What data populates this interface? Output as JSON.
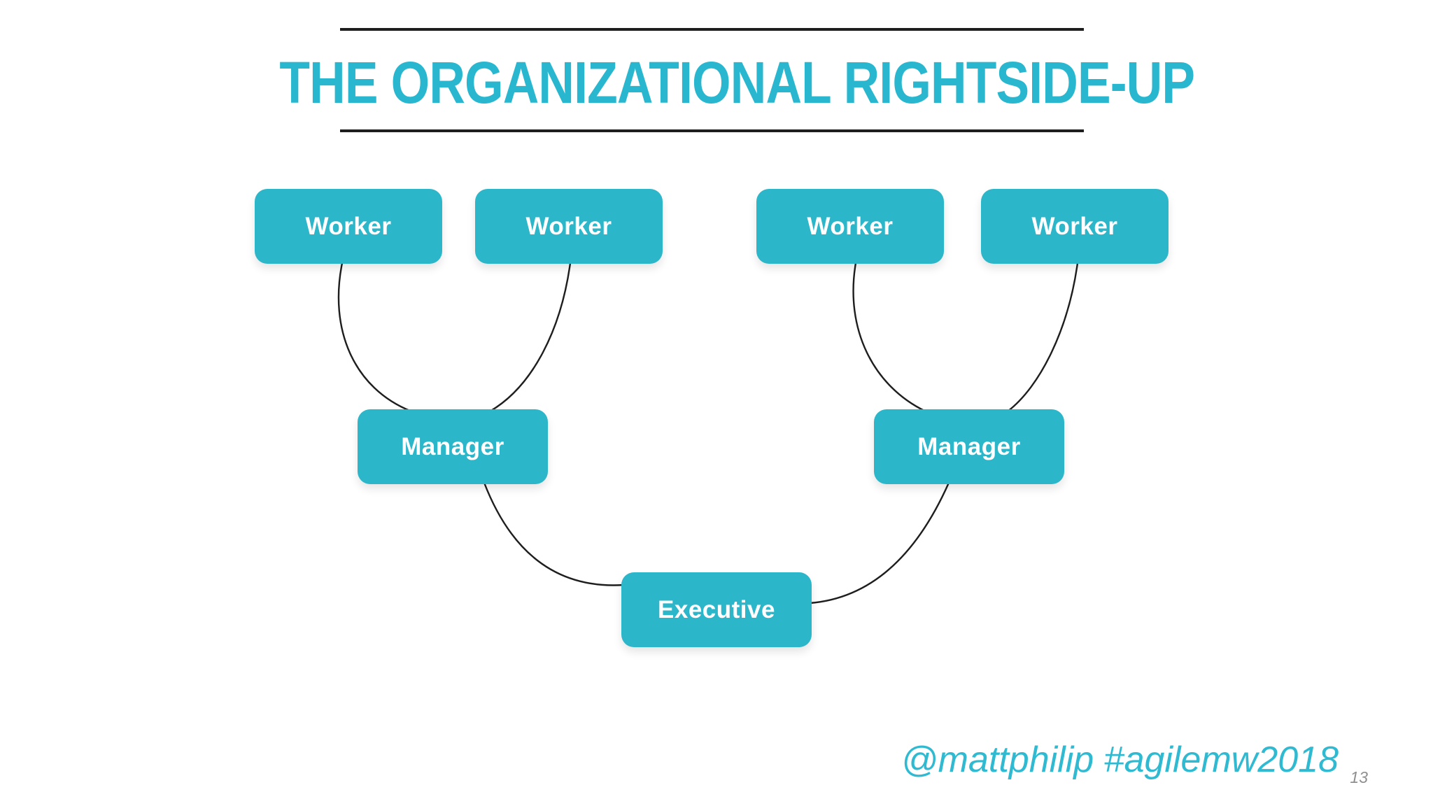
{
  "slide": {
    "title": "THE ORGANIZATIONAL RIGHTSIDE-UP",
    "footer": "@mattphilip #agilemw2018",
    "page_number": "13"
  },
  "org": {
    "nodes": [
      {
        "id": "worker-1",
        "label": "Worker"
      },
      {
        "id": "worker-2",
        "label": "Worker"
      },
      {
        "id": "worker-3",
        "label": "Worker"
      },
      {
        "id": "worker-4",
        "label": "Worker"
      },
      {
        "id": "manager-1",
        "label": "Manager"
      },
      {
        "id": "manager-2",
        "label": "Manager"
      },
      {
        "id": "executive",
        "label": "Executive"
      }
    ],
    "edges": [
      {
        "from": "worker-1",
        "to": "manager-1"
      },
      {
        "from": "worker-2",
        "to": "manager-1"
      },
      {
        "from": "worker-3",
        "to": "manager-2"
      },
      {
        "from": "worker-4",
        "to": "manager-2"
      },
      {
        "from": "manager-1",
        "to": "executive"
      },
      {
        "from": "manager-2",
        "to": "executive"
      }
    ]
  },
  "colors": {
    "accent": "#2cb6c9",
    "title": "#29b7cf",
    "footer": "#2fbad2",
    "line": "#1e1e1e",
    "muted": "#8f8f8f"
  }
}
